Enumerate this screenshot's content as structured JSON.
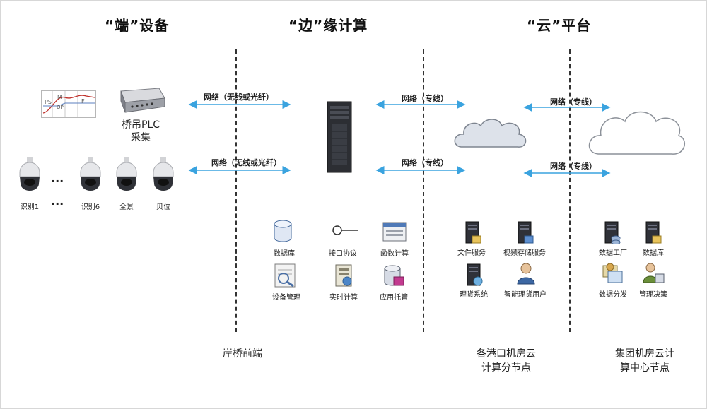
{
  "headings": {
    "device": "“端”设备",
    "edge": "“边”缘计算",
    "cloud": "“云”平台"
  },
  "networks": {
    "wireless_or_fiber_1": "网络（无线或光纤）",
    "wireless_or_fiber_2": "网络（无线或光纤）",
    "dedicated_1": "网络（专线）",
    "dedicated_2": "网络（专线）",
    "dedicated_3": "网络（专线）",
    "dedicated_4": "网络（专线）"
  },
  "plc": {
    "line1": "桥吊PLC",
    "line2": "采集",
    "chart_marks": {
      "ps": "PS",
      "m": "M",
      "f": "F",
      "op": "OP"
    }
  },
  "cameras": {
    "cam1": "识别1",
    "cam6": "识别6",
    "panorama": "全景",
    "bay": "贝位",
    "ellipsis_top": "···",
    "ellipsis_bottom": "···"
  },
  "edge_services": {
    "database": "数据库",
    "interface_protocol": "接口协议",
    "function_calc": "函数计算",
    "device_mgmt": "设备管理",
    "realtime_calc": "实时计算",
    "app_hosting": "应用托管"
  },
  "port_services": {
    "file_service": "文件服务",
    "video_storage": "视频存储服务",
    "tally_system": "理货系统",
    "smart_tally_user": "智能理货用户"
  },
  "group_services": {
    "data_factory": "数据工厂",
    "database": "数据库",
    "data_distribution": "数据分发",
    "management_decision": "管理决策"
  },
  "bottom": {
    "quay_front": "岸桥前端",
    "port_cloud_line1": "各港口机房云",
    "port_cloud_line2": "计算分节点",
    "group_cloud_line1": "集团机房云计",
    "group_cloud_line2": "算中心节点"
  }
}
